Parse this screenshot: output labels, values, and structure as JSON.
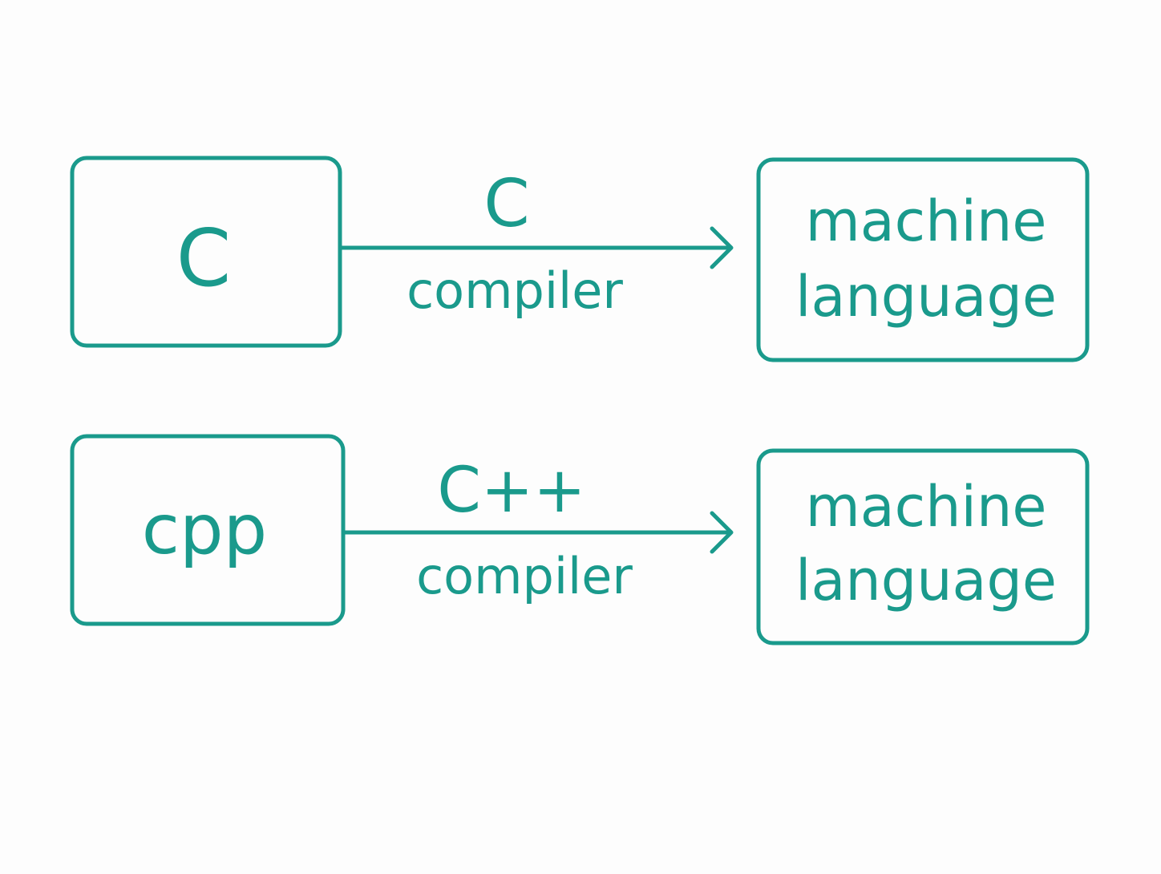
{
  "colors": {
    "stroke": "#1a9a8c",
    "background": "#fdfdfd"
  },
  "rows": [
    {
      "source_label": "C",
      "arrow_top_label": "C",
      "arrow_bottom_label": "compiler",
      "target_line1": "machine",
      "target_line2": "language"
    },
    {
      "source_label": "cpp",
      "arrow_top_label": "C++",
      "arrow_bottom_label": "compiler",
      "target_line1": "machine",
      "target_line2": "language"
    }
  ]
}
